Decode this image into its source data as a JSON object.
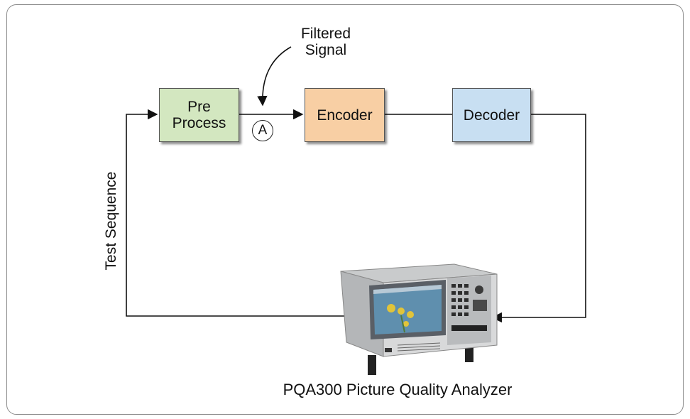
{
  "blocks": {
    "pre_process": "Pre\nProcess",
    "encoder": "Encoder",
    "decoder": "Decoder"
  },
  "node_a": "A",
  "filtered_signal": "Filtered\nSignal",
  "test_sequence": "Test Sequence",
  "analyzer_label": "PQA300 Picture Quality Analyzer",
  "colors": {
    "pre_process_fill": "#d3e7c0",
    "encoder_fill": "#f8cfa4",
    "decoder_fill": "#c8dff2",
    "line": "#111111"
  },
  "icons": {
    "analyzer": "picture-quality-analyzer-instrument-icon"
  }
}
